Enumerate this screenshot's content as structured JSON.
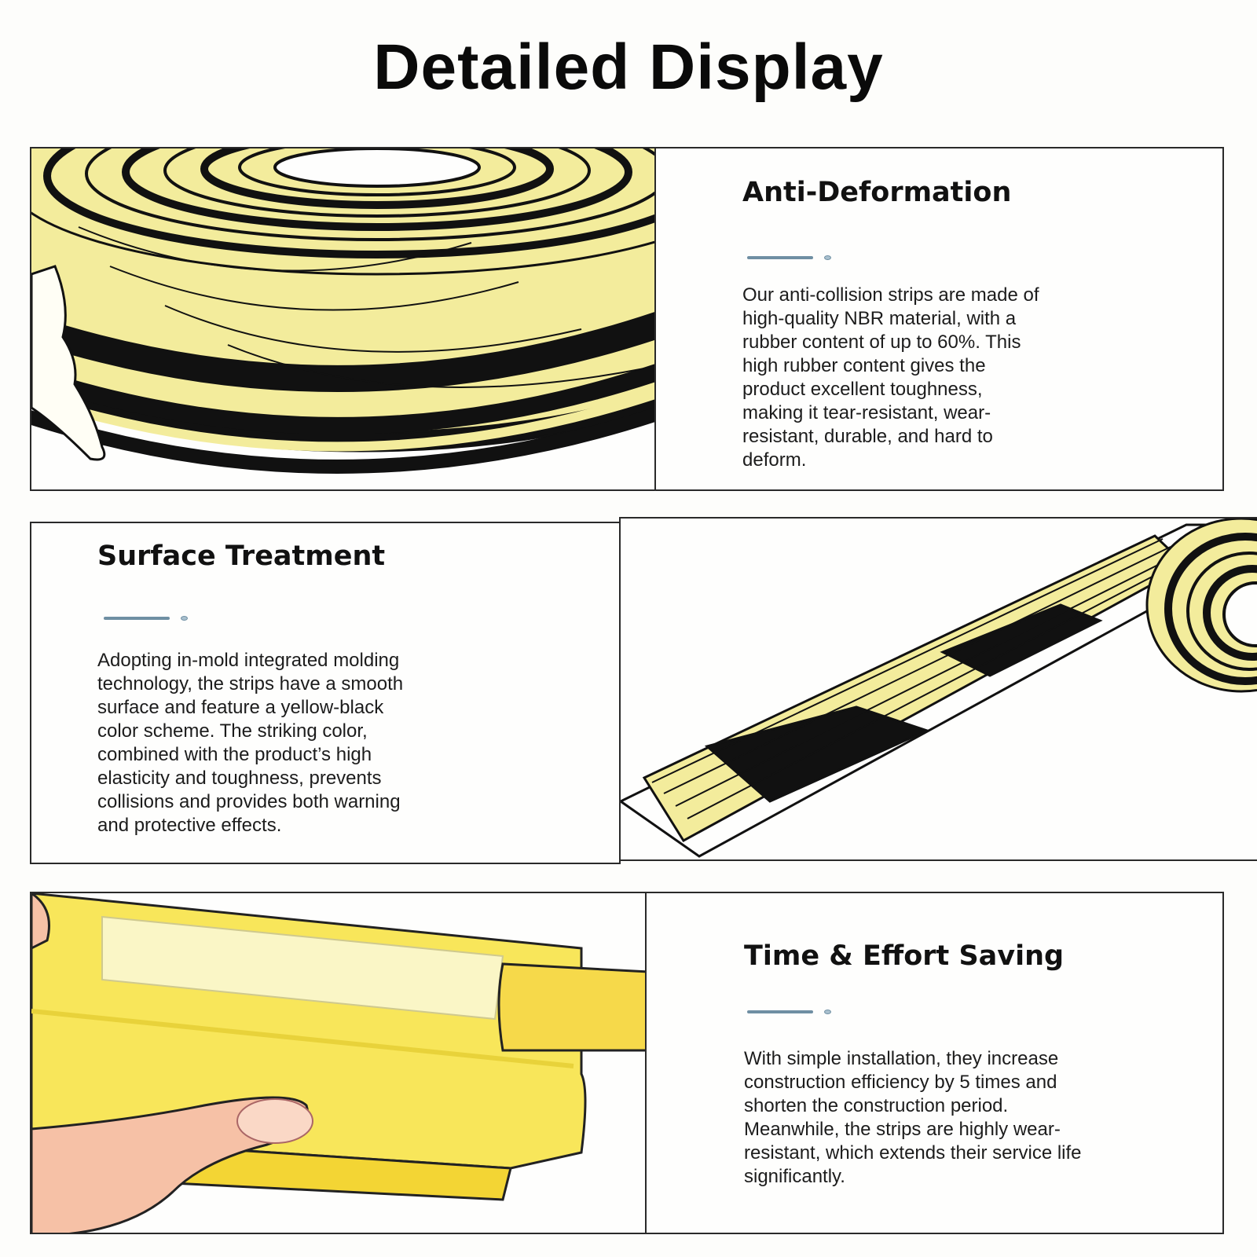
{
  "page": {
    "title": "Detailed Display"
  },
  "sections": [
    {
      "heading": "Anti-Deformation",
      "body": "Our anti-collision strips are made of high-quality NBR material, with a rubber content of up to 60%. This high rubber content gives the product excellent toughness, making it tear-resistant, wear-resistant, durable, and hard to deform.",
      "illustration": "yellow-black-strip-roll"
    },
    {
      "heading": "Surface Treatment",
      "body": "Adopting in-mold integrated molding technology, the strips have a smooth surface and feature a yellow-black color scheme. The striking color, combined with the product’s high elasticity and toughness, prevents collisions and provides both warning and protective effects.",
      "illustration": "unrolled-striped-strip"
    },
    {
      "heading": "Time & Effort Saving",
      "body": "With simple installation, they increase construction efficiency by 5 times and shorten the construction period. Meanwhile, the strips are highly wear-resistant, which extends their service life significantly.",
      "illustration": "hand-pressing-adhesive-strip"
    }
  ],
  "colors": {
    "strip_yellow": "#f3ec9c",
    "strip_black": "#111111",
    "accent_blue": "#6f8fa3",
    "text": "#1c1c1c"
  }
}
